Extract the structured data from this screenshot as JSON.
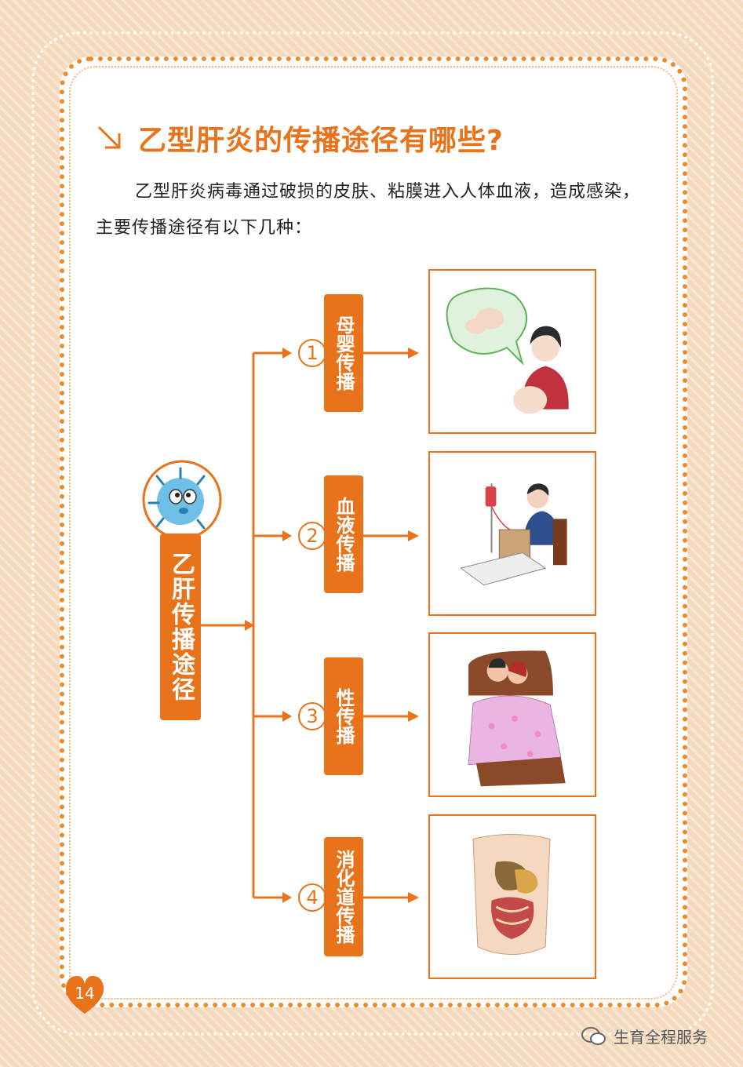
{
  "title": "乙型肝炎的传播途径有哪些?",
  "intro": "乙型肝炎病毒通过破损的皮肤、粘膜进入人体血液，造成感染，主要传播途径有以下几种：",
  "root": "乙肝传播途径",
  "routes": [
    {
      "num": "1",
      "label": "母婴传播",
      "image": "pregnant-woman-illustration"
    },
    {
      "num": "2",
      "label": "血液传播",
      "image": "blood-transfusion-illustration"
    },
    {
      "num": "3",
      "label": "性传播",
      "image": "couple-in-bed-illustration"
    },
    {
      "num": "4",
      "label": "消化道传播",
      "image": "digestive-system-illustration"
    }
  ],
  "page_number": "14",
  "watermark": "生育全程服务",
  "colors": {
    "accent": "#e8731a",
    "background": "#f4d9bd"
  }
}
